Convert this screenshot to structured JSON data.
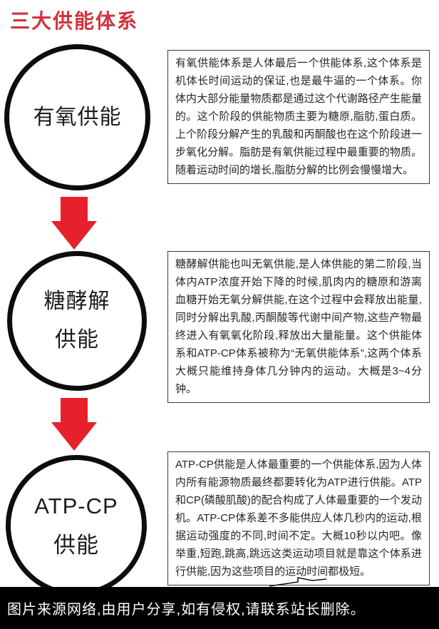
{
  "theme": {
    "accent_red": "#e6212b",
    "title_red": "#d2333e",
    "circle_border": "#0d0d0d",
    "footer_bg": "#000000"
  },
  "header": {
    "title": "三大供能体系"
  },
  "diagram": {
    "type": "flow-vertical",
    "arrow_glyph": "down-block-arrow",
    "nodes": [
      {
        "id": "aerobic",
        "label_line1": "有氧供能",
        "label_line2": "",
        "description": "有氧供能体系是人体最后一个供能体系,这个体系是机体长时间运动的保证,也是最牛逼的一个体系。你体内大部分能量物质都是通过这个代谢路径产生能量的。这个阶段的供能物质主要为糖原,脂肪,蛋白质。上个阶段分解产生的乳酸和丙酮酸也在这个阶段进一步氧化分解。脂肪是有氧供能过程中最重要的物质。随着运动时间的增长,脂肪分解的比例会慢慢增大。"
      },
      {
        "id": "glycolysis",
        "label_line1": "糖酵解",
        "label_line2": "供能",
        "description": "糖酵解供能也叫无氧供能,是人体供能的第二阶段,当体内ATP浓度开始下降的时候,肌肉内的糖原和游离血糖开始无氧分解供能,在这个过程中会释放出能量,同时分解出乳酸,丙酮酸等代谢中间产物,这些产物最终进入有氧氧化阶段,释放出大量能量。这个供能体系和ATP-CP体系被称为“无氧供能体系”,这两个体系大概只能维持身体几分钟内的运动。大概是3~4分钟。"
      },
      {
        "id": "atp-cp",
        "label_line1": "ATP-CP",
        "label_line2": "供能",
        "description": "ATP-CP供能是人体最重要的一个供能体系,因为人体内所有能源物质最终都要转化为ATP进行供能。ATP和CP(磷酸肌酸)的配合构成了人体最重要的一个发动机。ATP-CP体系差不多能供应人体几秒内的运动,根据运动强度的不同,时间不定。大概10秒以内吧。像举重,短跑,跳高,跳远这类运动项目就是靠这个体系进行供能,因为这些项目的运动时间都极短。"
      }
    ]
  },
  "footer": {
    "text": "图片来源网络,由用户分享,如有侵权,请联系站长删除。"
  }
}
